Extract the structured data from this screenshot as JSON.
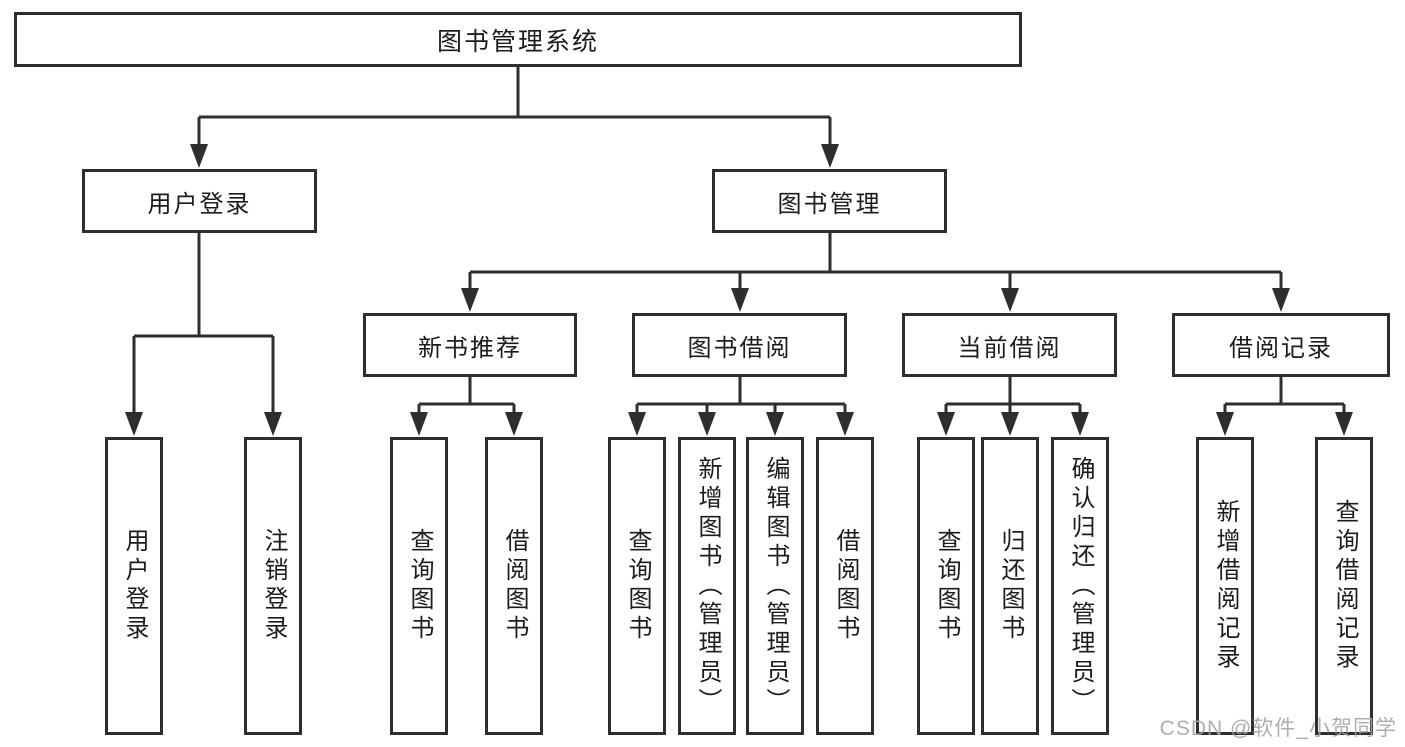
{
  "diagram": {
    "title": "图书管理系统",
    "level2": [
      "用户登录",
      "图书管理"
    ],
    "level3": [
      "新书推荐",
      "图书借阅",
      "当前借阅",
      "借阅记录"
    ],
    "leaves": {
      "user_login": [
        "用户登录",
        "注销登录"
      ],
      "recommend": [
        "查询图书",
        "借阅图书"
      ],
      "borrow": [
        "查询图书",
        "新增图书（管理员）",
        "编辑图书（管理员）",
        "借阅图书"
      ],
      "current": [
        "查询图书",
        "归还图书",
        "确认归还（管理员）"
      ],
      "records": [
        "新增借阅记录",
        "查询借阅记录"
      ]
    }
  },
  "watermark": "CSDN @软件_小贺同学",
  "colors": {
    "line": "#2e2e2e",
    "text": "#1c1c1c",
    "background": "#ffffff",
    "watermark": "#a5a5a5"
  }
}
